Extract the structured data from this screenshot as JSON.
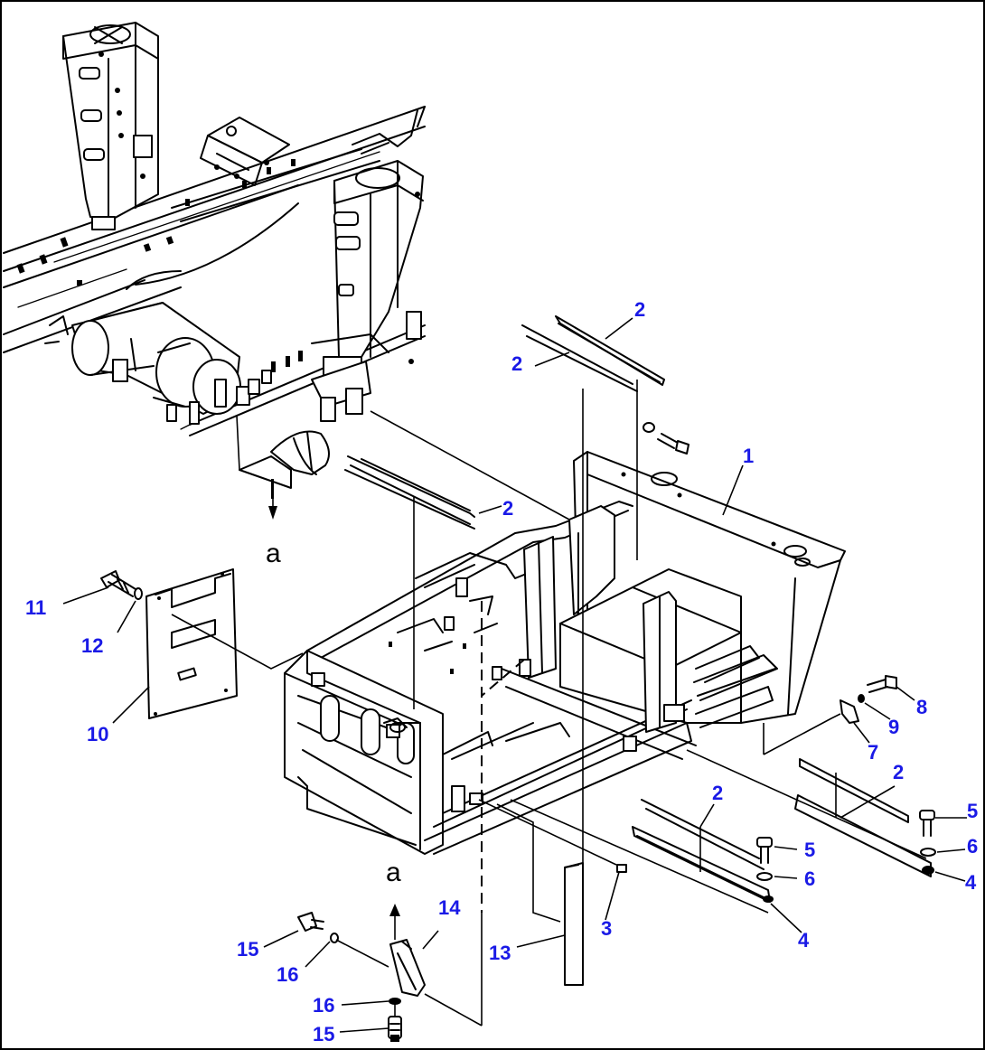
{
  "diagram": {
    "callouts": [
      {
        "id": "c1",
        "text": "1"
      },
      {
        "id": "c2a",
        "text": "2"
      },
      {
        "id": "c2b",
        "text": "2"
      },
      {
        "id": "c2c",
        "text": "2"
      },
      {
        "id": "c2d",
        "text": "2"
      },
      {
        "id": "c2e",
        "text": "2"
      },
      {
        "id": "c3",
        "text": "3"
      },
      {
        "id": "c4a",
        "text": "4"
      },
      {
        "id": "c4b",
        "text": "4"
      },
      {
        "id": "c5a",
        "text": "5"
      },
      {
        "id": "c5b",
        "text": "5"
      },
      {
        "id": "c6a",
        "text": "6"
      },
      {
        "id": "c6b",
        "text": "6"
      },
      {
        "id": "c7",
        "text": "7"
      },
      {
        "id": "c8",
        "text": "8"
      },
      {
        "id": "c9",
        "text": "9"
      },
      {
        "id": "c10",
        "text": "10"
      },
      {
        "id": "c11",
        "text": "11"
      },
      {
        "id": "c12",
        "text": "12"
      },
      {
        "id": "c13",
        "text": "13"
      },
      {
        "id": "c14",
        "text": "14"
      },
      {
        "id": "c15a",
        "text": "15"
      },
      {
        "id": "c15b",
        "text": "15"
      },
      {
        "id": "c16a",
        "text": "16"
      },
      {
        "id": "c16b",
        "text": "16"
      }
    ],
    "references": [
      {
        "id": "ra",
        "text": "a"
      },
      {
        "id": "rb",
        "text": "a"
      }
    ],
    "colors": {
      "callout": "#1a1ae6",
      "line": "#000000",
      "background": "#ffffff"
    }
  }
}
